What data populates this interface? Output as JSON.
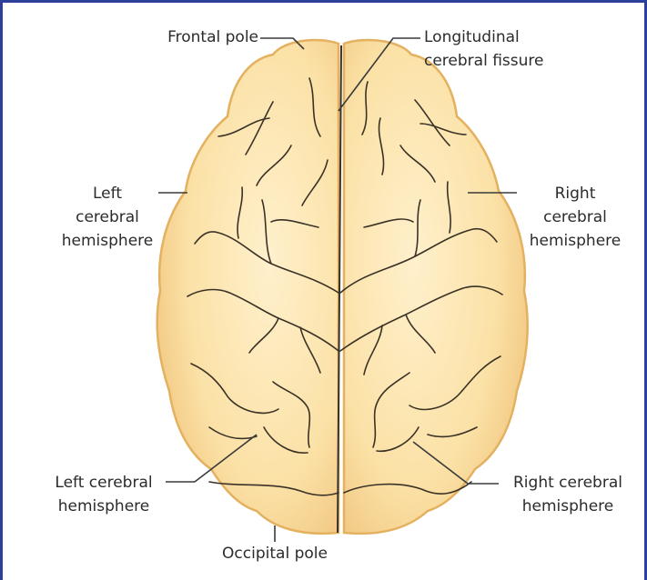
{
  "colors": {
    "frame": "#2c3f9a",
    "brain_fill": "#fbe1a6",
    "brain_edge": "#e7b865",
    "sulcus": "#3a3226",
    "leader": "#3a3a3a"
  },
  "labels": {
    "frontal_pole": "Frontal pole",
    "longitudinal_fissure": [
      "Longitudinal",
      "cerebral fissure"
    ],
    "left_hemisphere_upper": [
      "Left",
      "cerebral",
      "hemisphere"
    ],
    "right_hemisphere_upper": [
      "Right",
      "cerebral",
      "hemisphere"
    ],
    "left_hemisphere_lower": [
      "Left cerebral",
      "hemisphere"
    ],
    "right_hemisphere_lower": [
      "Right cerebral",
      "hemisphere"
    ],
    "occipital_pole": "Occipital pole"
  }
}
